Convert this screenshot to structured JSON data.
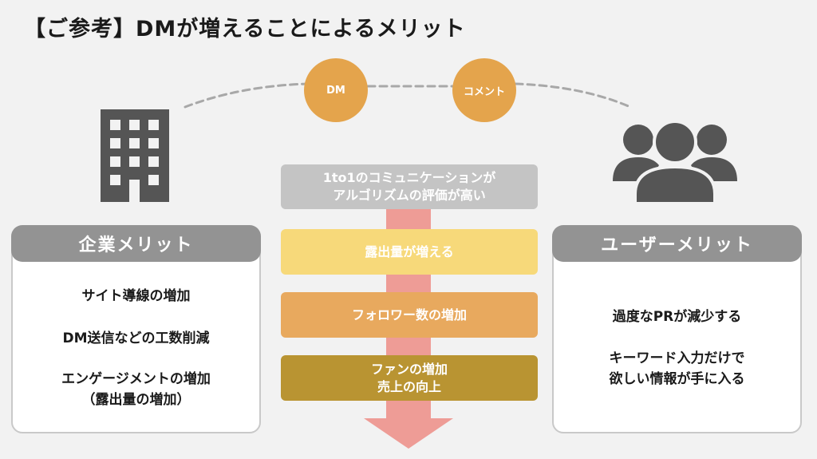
{
  "title": "【ご参考】DMが増えることによるメリット",
  "channels": [
    {
      "label": "DM"
    },
    {
      "label": "コメント"
    }
  ],
  "flow": {
    "header_lines": [
      "1to1のコミュニケーションが",
      "アルゴリズムの評価が高い"
    ],
    "steps": [
      {
        "lines": [
          "露出量が増える"
        ]
      },
      {
        "lines": [
          "フォロワー数の増加"
        ]
      },
      {
        "lines": [
          "ファンの増加",
          "売上の向上"
        ]
      }
    ]
  },
  "company_panel": {
    "icon": "office-building-icon",
    "heading": "企業メリット",
    "items": [
      {
        "lines": [
          "サイト導線の増加"
        ]
      },
      {
        "lines": [
          "DM送信などの工数削減"
        ]
      },
      {
        "lines": [
          "エンゲージメントの増加",
          "（露出量の増加）"
        ]
      }
    ]
  },
  "user_panel": {
    "icon": "user-group-icon",
    "heading": "ユーザーメリット",
    "items": [
      {
        "lines": [
          "過度なPRが減少する"
        ]
      },
      {
        "lines": [
          "キーワード入力だけで",
          "欲しい情報が手に入る"
        ]
      }
    ]
  },
  "colors": {
    "background": "#f2f2f2",
    "circle": "#e4a44c",
    "panel_head": "#939393",
    "arrow": "#ee9c96",
    "flow_header": "#c4c4c4",
    "step_1": "#f7d97a",
    "step_2": "#e8a95e",
    "step_3": "#b99432",
    "icon": "#555555"
  }
}
